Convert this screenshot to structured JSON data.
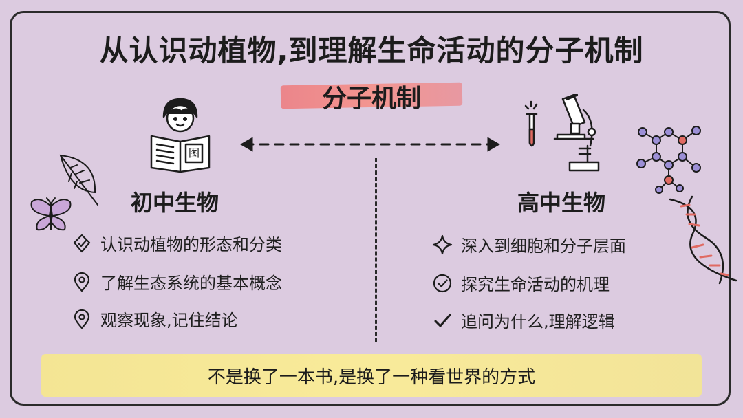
{
  "title": "从认识动植物,到理解生命活动的分子机制",
  "subtitle": "分子机制",
  "left": {
    "heading": "初中生物",
    "book_label": "图",
    "items": [
      {
        "icon": "check-shield-icon",
        "text": "认识动植物的形态和分类"
      },
      {
        "icon": "location-pin-icon",
        "text": "了解生态系统的基本概念"
      },
      {
        "icon": "location-pin-icon",
        "text": "观察现象,记住结论"
      }
    ]
  },
  "right": {
    "heading": "高中生物",
    "items": [
      {
        "icon": "diamond-star-icon",
        "text": "深入到细胞和分子层面"
      },
      {
        "icon": "check-circle-icon",
        "text": "探究生命活动的机理"
      },
      {
        "icon": "checkmark-icon",
        "text": "追问为什么,理解逻辑"
      }
    ]
  },
  "bottom": "不是换了一本书,是换了一种看世界的方式",
  "colors": {
    "background": "#dccbe0",
    "subtitle_highlight": "#f08a82",
    "bottom_highlight": "#f6e88c",
    "ink": "#1c1c1c"
  }
}
